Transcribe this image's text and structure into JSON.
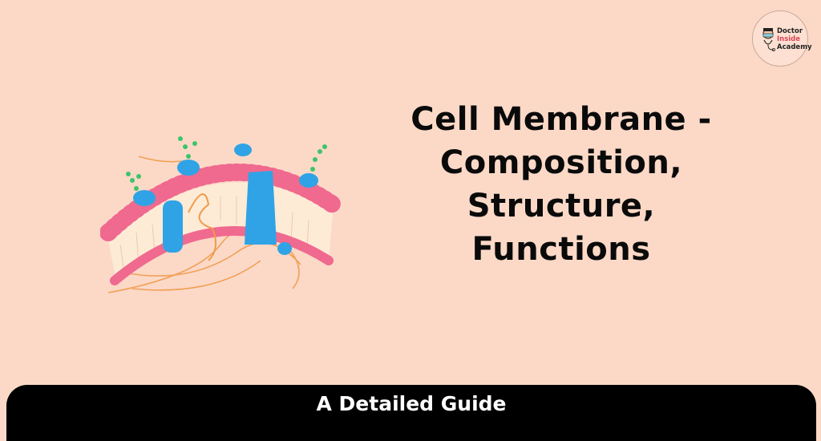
{
  "logo": {
    "line1": "Doctor",
    "line2": "Inside",
    "line3": "Academy",
    "icon": "doctor-stethoscope-icon"
  },
  "title": {
    "line1": "Cell Membrane -",
    "line2": "Composition,",
    "line3": "Structure,",
    "line4": "Functions"
  },
  "banner": {
    "label": "A Detailed Guide"
  },
  "colors": {
    "background": "#fcd9c7",
    "banner": "#000000",
    "text": "#0a0a0a",
    "membrane_heads": "#f0698f",
    "proteins": "#2fa3e6",
    "glyco": "#3ec46b",
    "fibers": "#f09a4a"
  }
}
